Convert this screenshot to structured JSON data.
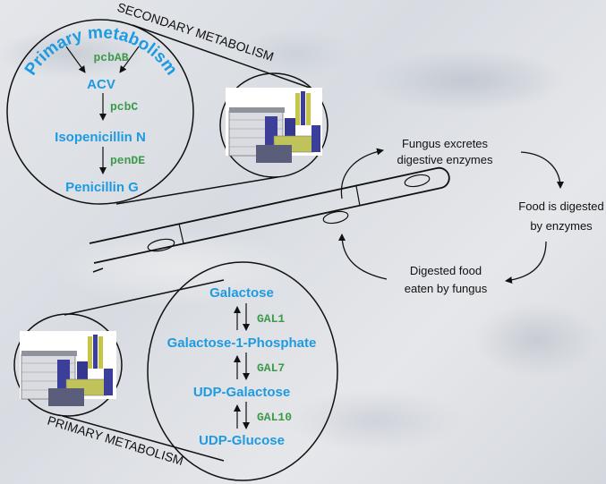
{
  "secondary": {
    "label": "SECONDARY METABOLISM",
    "arc_title": "Primary metabolism",
    "nodes": [
      "ACV",
      "Isopenicillin N",
      "Penicillin G"
    ],
    "enzymes": [
      "pcbAB",
      "pcbC",
      "penDE"
    ]
  },
  "primary": {
    "label": "PRIMARY METABOLISM",
    "nodes": [
      "Galactose",
      "Galactose-1-Phosphate",
      "UDP-Galactose",
      "UDP-Glucose"
    ],
    "enzymes": [
      "GAL1",
      "GAL7",
      "GAL10"
    ]
  },
  "cycle": {
    "step1": [
      "Fungus excretes",
      "digestive enzymes"
    ],
    "step2": [
      "Food is digested",
      "by enzymes"
    ],
    "step3": [
      "Digested food",
      "eaten by fungus"
    ]
  },
  "colors": {
    "metabolite": "#1e9be0",
    "enzyme": "#3d9a4b"
  }
}
